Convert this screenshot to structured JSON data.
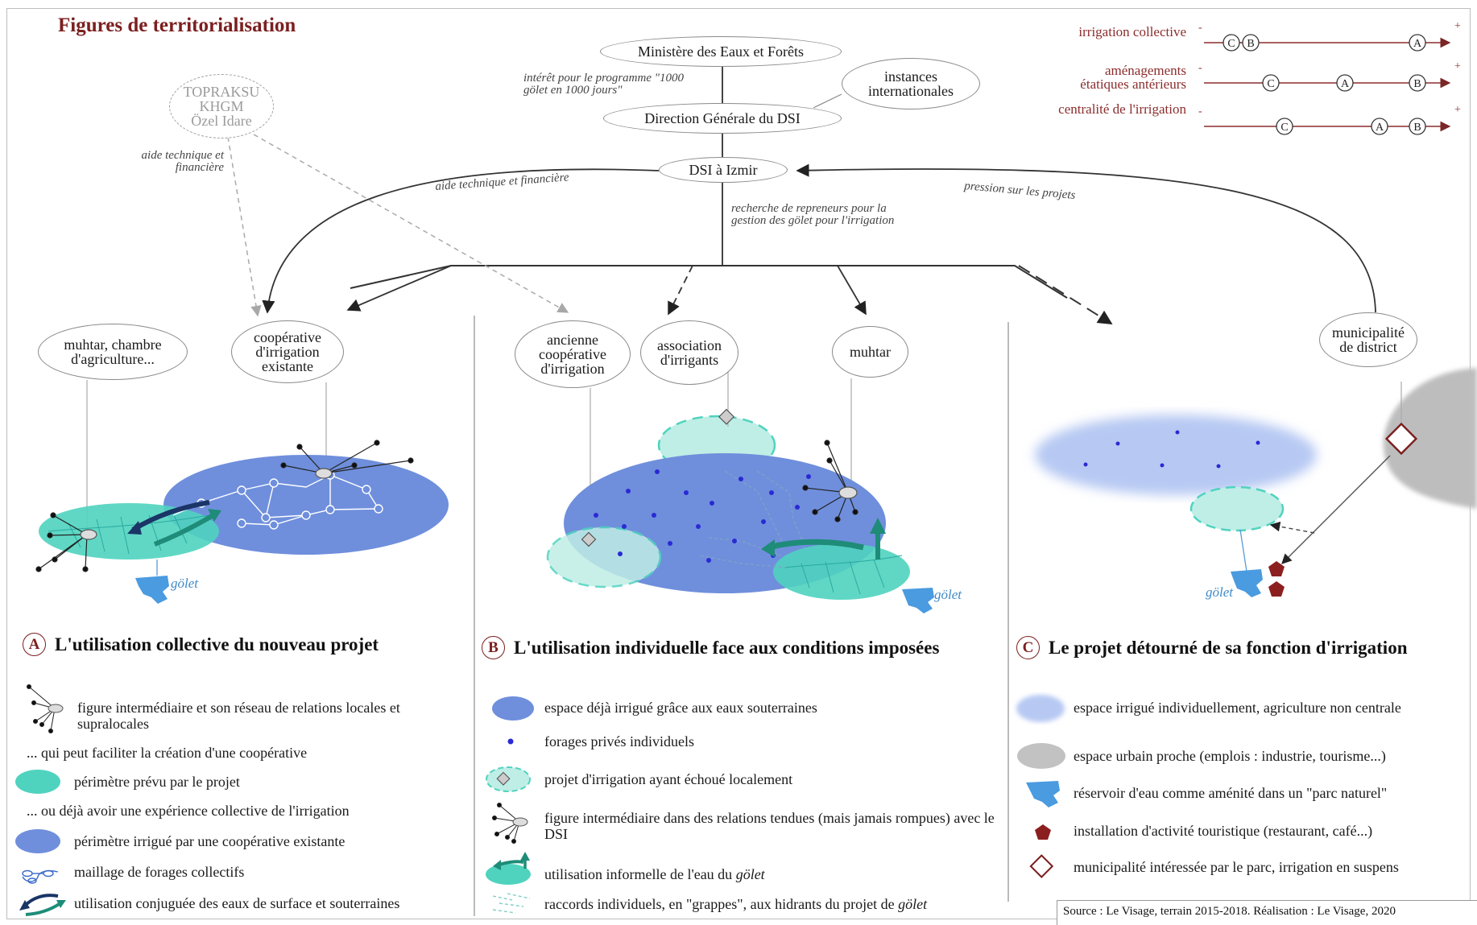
{
  "title": "Figures de territorialisation",
  "nodes": {
    "ministere": "Ministère des Eaux et Forêts",
    "direction": "Direction Générale du DSI",
    "instances": "instances internationales",
    "dsi_izmir": "DSI à Izmir",
    "topraksu_1": "TOPRAKSU",
    "topraksu_2": "KHGM",
    "topraksu_3": "Özel Idare",
    "muhtar_chambre": "muhtar, chambre d'agriculture...",
    "cooperative_existante": "coopérative d'irrigation existante",
    "ancienne_cooperative": "ancienne coopérative d'irrigation",
    "association": "association d'irrigants",
    "muhtar": "muhtar",
    "municipalite": "municipalité de district"
  },
  "edges": {
    "interet": "intérêt pour le programme \"1000 gölet en 1000 jours\"",
    "aide_topraksu": "aide technique et financière",
    "aide_dsi": "aide technique et financière",
    "recherche": "recherche de repreneurs pour la gestion des gölet pour l'irrigation",
    "pression": "pression sur les projets"
  },
  "scales": [
    {
      "label": "irrigation collective",
      "order": [
        "C",
        "B",
        "A"
      ]
    },
    {
      "label": "aménagements étatiques antérieurs",
      "order": [
        "C",
        "A",
        "B"
      ]
    },
    {
      "label": "centralité de l'irrigation",
      "order": [
        "C",
        "A",
        "B"
      ]
    }
  ],
  "scale_ends": {
    "minus": "-",
    "plus": "+"
  },
  "golet": "gölet",
  "sections": {
    "A": {
      "letter": "A",
      "title": "L'utilisation collective du nouveau projet"
    },
    "B": {
      "letter": "B",
      "title": "L'utilisation individuelle face aux conditions imposées"
    },
    "C": {
      "letter": "C",
      "title": "Le projet détourné de sa fonction d'irrigation"
    }
  },
  "legend_a": [
    "figure intermédiaire et son réseau de relations locales et supralocales",
    "... qui peut faciliter la création d'une coopérative",
    "périmètre prévu par le projet",
    "... ou déjà avoir une expérience collective de l'irrigation",
    "périmètre irrigué par une coopérative existante",
    "maillage de forages collectifs",
    "utilisation conjuguée des eaux de surface et souterraines"
  ],
  "legend_b": {
    "items": [
      "espace déjà irrigué grâce aux eaux souterraines",
      "forages privés individuels",
      "projet d'irrigation ayant échoué localement",
      "figure intermédiaire dans des relations tendues (mais jamais rompues) avec le DSI"
    ],
    "informal_prefix": "utilisation informelle de l'eau du ",
    "raccords_prefix": "raccords individuels, en \"grappes\", aux hidrants du projet de "
  },
  "legend_c": [
    "espace irrigué individuellement, agriculture non centrale",
    "espace urbain proche (emplois : industrie, tourisme...)",
    "réservoir d'eau comme aménité dans un \"parc naturel\"",
    "installation d'activité touristique (restaurant, café...)",
    "municipalité intéressée par le parc, irrigation en suspens"
  ],
  "source": "Source : Le Visage, terrain 2015-2018. Réalisation : Le Visage, 2020",
  "colors": {
    "title": "#7b1f1f",
    "cyan": "#5fd6c6",
    "blue": "#7f9fe0",
    "darkblue": "#2a2ad4",
    "red": "#8b1f1f",
    "teal": "#1e8c78",
    "navy": "#1a3566"
  }
}
